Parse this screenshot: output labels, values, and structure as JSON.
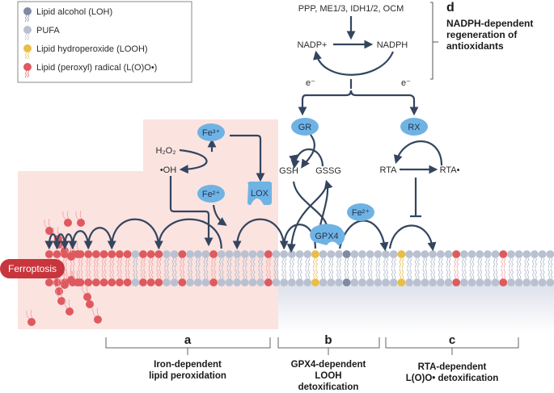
{
  "legend": {
    "items": [
      {
        "label": "Lipid alcohol (LOH)",
        "color": "#7f8aa3"
      },
      {
        "label": "PUFA",
        "color": "#b9c1d1"
      },
      {
        "label": "Lipid hydroperoxide (LOOH)",
        "color": "#e8be4a"
      },
      {
        "label": "Lipid (peroxyl) radical (L(O)O•)",
        "color": "#de5a5f"
      }
    ]
  },
  "colors": {
    "arrow": "#33455f",
    "enzyme": "#6fb3e4",
    "pink_region": "#fbe3e0",
    "ferroptosis_badge": "#c8353d",
    "pufa": "#b9c1d1",
    "radical": "#de5a5f",
    "looh": "#e8be4a",
    "loh": "#7f8aa3"
  },
  "panel_d": {
    "source": "PPP, ME1/3, IDH1/2, OCM",
    "nadp_plus": "NADP+",
    "nadph": "NADPH",
    "electron_left": "e⁻",
    "electron_right": "e⁻",
    "letter": "d",
    "title_lines": [
      "NADPH-dependent",
      "regeneration of",
      "antioxidants"
    ]
  },
  "panel_a": {
    "h2o2": "H₂O₂",
    "oh_radical": "•OH",
    "fe3": "Fe³⁺",
    "fe2": "Fe²⁺",
    "lox": "LOX",
    "ferroptosis": "Ferroptosis",
    "letter": "a",
    "title_lines": [
      "Iron-dependent",
      "lipid peroxidation"
    ]
  },
  "panel_b": {
    "gr": "GR",
    "gsh": "GSH",
    "gssg": "GSSG",
    "gpx4": "GPX4",
    "fe2": "Fe²⁺",
    "letter": "b",
    "title_lines": [
      "GPX4-dependent",
      "LOOH",
      "detoxification"
    ]
  },
  "panel_c": {
    "rx": "RX",
    "rta": "RTA",
    "rta_radical": "RTA•",
    "letter": "c",
    "title_lines": [
      "RTA-dependent",
      "L(O)O• detoxification"
    ]
  },
  "membrane": {
    "head_count": 68,
    "lipid_types": "R R R R R R R R R R R P R R R P P R P P P R P P P P P P R P P P P P Y P P P L P P P P P P Y P P P P P P R P P P P P R P P P P P P P P P"
  }
}
